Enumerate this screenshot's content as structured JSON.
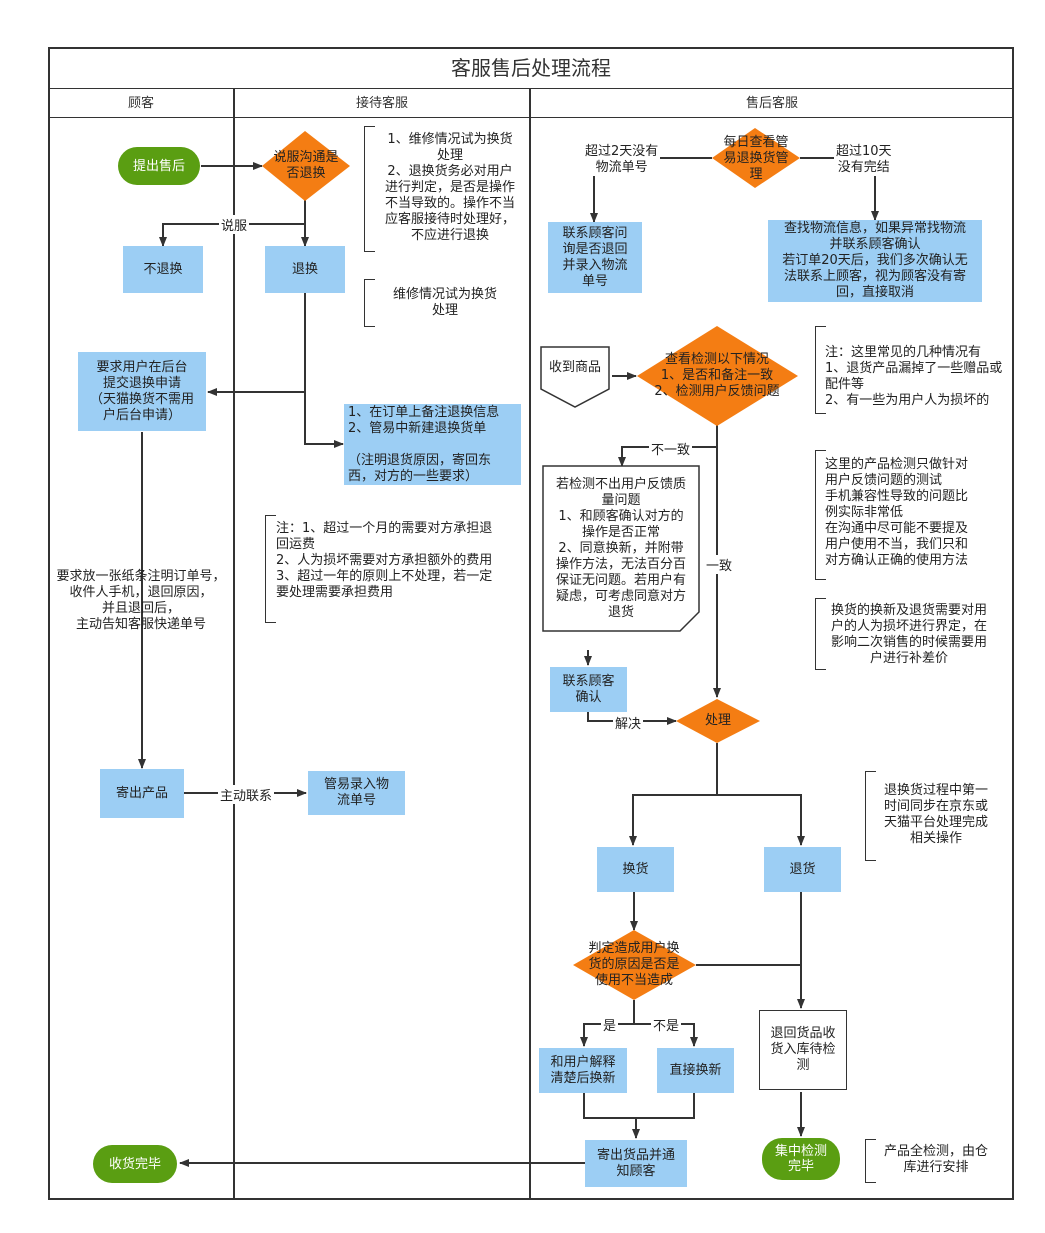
{
  "title": "客服售后处理流程",
  "lanes": {
    "customer": "顾客",
    "reception": "接待客服",
    "aftersales": "售后客服"
  },
  "colors": {
    "box_fill": "#9ccef4",
    "decision_fill": "#f47d13",
    "terminal_fill": "#5a9e12",
    "line": "#333333"
  },
  "nodes": {
    "start": "提出售后",
    "decision_persuade": "说服沟通是\n否退换",
    "no_return": "不退换",
    "return": "退换",
    "ask_submit": "要求用户在后台\n提交退换申请\n（天猫换货不需用\n户后台申请）",
    "order_note": "1、在订单上备注退换信息\n2、管易中新建退换货单\n\n（注明退货原因，寄回东\n西，对方的一些要求）",
    "customer_note": "要求放一张纸条注明订单号，\n收件人手机，退回原因，\n并且退回后，\n主动告知客服快递单号",
    "send_product": "寄出产品",
    "entry_tracking": "管易录入物\n流单号",
    "daily_check": "每日查看管\n易退换货管\n理",
    "contact_customer": "联系顾客问\n询是否退回\n并录入物流\n单号",
    "find_logistics": "查找物流信息，如果异常找物流\n并联系顾客确认\n若订单20天后，我们多次确认无\n法联系上顾客，视为顾客没有寄\n回，直接取消",
    "receive_goods": "收到商品",
    "check_decision": "查看检测以下情况\n1、是否和备注一致\n2、检测用户反馈问题",
    "cannot_detect": "若检测不出用户反馈质\n量问题\n1、和顾客确认对方的\n操作是否正常\n2、同意换新，并附带\n操作方法，无法百分百\n保证无问题。若用户有\n疑虑，可考虑同意对方\n退货",
    "contact_confirm": "联系顾客\n确认",
    "process": "处理",
    "exchange": "换货",
    "refund": "退货",
    "judge_cause": "判定造成用户换\n货的原因是否是\n使用不当造成",
    "explain_exchange": "和用户解释\n清楚后换新",
    "direct_exchange": "直接换新",
    "return_storage": "退回货品收\n货入库待检\n测",
    "ship_notify": "寄出货品并通\n知顾客",
    "central_check": "集中检测\n完毕",
    "receipt_done": "收货完毕"
  },
  "notes": {
    "n1": "1、维修情况试为换货\n处理\n2、退换货务必对用户\n进行判定，是否是操作\n不当导致的。操作不当\n应客服接待时处理好，\n不应进行退换",
    "n2": "维修情况试为换货\n处理",
    "n3": "注：1、超过一个月的需要对方承担退\n回运费\n2、人为损坏需要对方承担额外的费用\n3、超过一年的原则上不处理，若一定\n要处理需要承担费用",
    "n4": "注：这里常见的几种情况有\n1、退货产品漏掉了一些赠品或\n配件等\n2、有一些为用户人为损坏的",
    "n5": "这里的产品检测只做针对\n用户反馈问题的测试\n手机兼容性导致的问题比\n例实际非常低\n在沟通中尽可能不要提及\n用户使用不当，我们只和\n对方确认正确的使用方法",
    "n6": "换货的换新及退货需要对用\n户的人为损坏进行界定，在\n影响二次销售的时候需要用\n户进行补差价",
    "n7": "退换货过程中第一\n时间同步在京东或\n天猫平台处理完成\n相关操作",
    "n8": "产品全检测，由仓\n库进行安排"
  },
  "edges": {
    "persuade": "说服",
    "over2days": "超过2天没有\n物流单号",
    "over10days": "超过10天\n没有完结",
    "inconsistent": "不一致",
    "consistent": "一致",
    "resolved": "解决",
    "contact_active": "主动联系",
    "yes": "是",
    "no": "不是"
  }
}
